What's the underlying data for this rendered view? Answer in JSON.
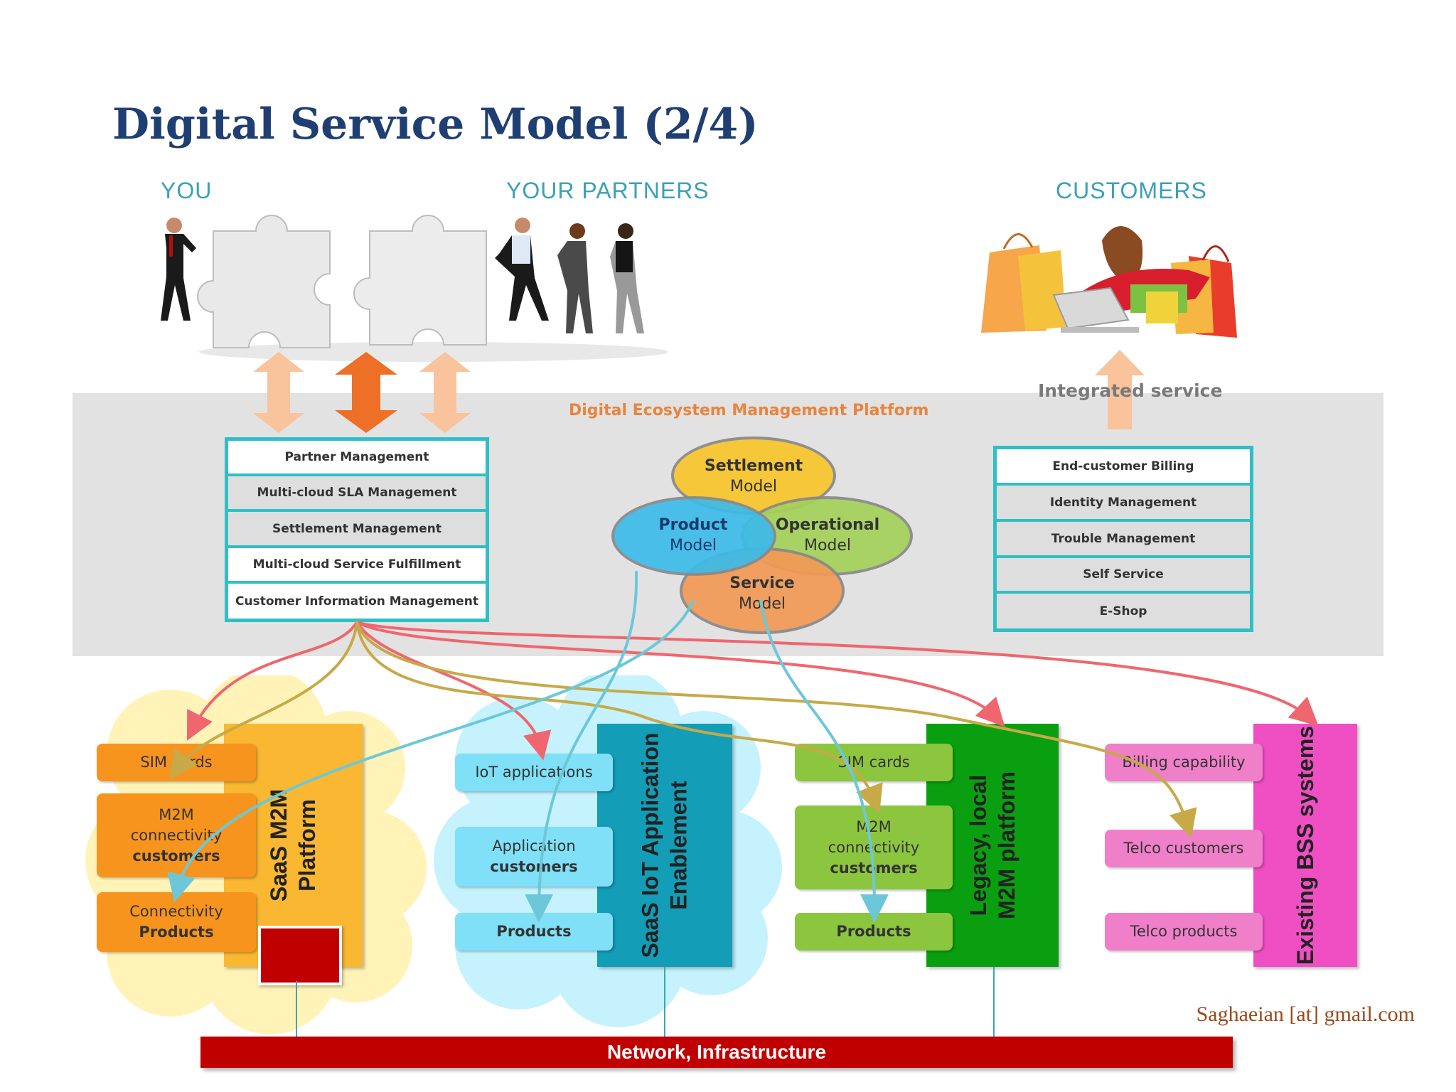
{
  "title": "Digital Service Model (2/4)",
  "groups": {
    "you": "YOU",
    "partners": "YOUR PARTNERS",
    "customers": "CUSTOMERS"
  },
  "integrated": "Integrated service",
  "platform_title": "Digital Ecosystem Management Platform",
  "left_list": [
    "Partner Management",
    "Multi-cloud SLA Management",
    "Settlement Management",
    "Multi-cloud Service Fulfillment",
    "Customer Information Management"
  ],
  "right_list": [
    "End-customer Billing",
    "Identity Management",
    "Trouble Management",
    "Self Service",
    "E-Shop"
  ],
  "models": {
    "settlement": [
      "Settlement",
      "Model"
    ],
    "product": [
      "Product",
      "Model"
    ],
    "operational": [
      "Operational",
      "Model"
    ],
    "service": [
      "Service",
      "Model"
    ]
  },
  "col1": {
    "sim": "SIM cards",
    "m2m": [
      "M2M",
      "connectivity",
      "customers"
    ],
    "conn": [
      "Connectivity",
      "Products"
    ],
    "vertical": [
      "SaaS M2M",
      "Platform"
    ]
  },
  "col2": {
    "iot": "IoT applications",
    "app": [
      "Application",
      "customers"
    ],
    "products": "Products",
    "vertical": [
      "SaaS IoT Application",
      "Enablement"
    ]
  },
  "col3": {
    "sim": "SIM cards",
    "m2m": [
      "M2M",
      "connectivity",
      "customers"
    ],
    "products": "Products",
    "vertical": [
      "Legacy, local",
      "M2M platform"
    ]
  },
  "col4": {
    "billing": "Billing capability",
    "telco_customers": "Telco customers",
    "telco_products": "Telco products",
    "vertical": "Existing BSS systems"
  },
  "network": "Network, Infrastructure",
  "email": "Saghaeian [at] gmail.com",
  "colors": {
    "title": "#1f3f72",
    "teal": "#2fbfc5",
    "orange": "#f7941d",
    "cyan": "#7fe0f7",
    "green": "#8cc63f",
    "pink": "#f07fc9",
    "red": "#c00000"
  }
}
